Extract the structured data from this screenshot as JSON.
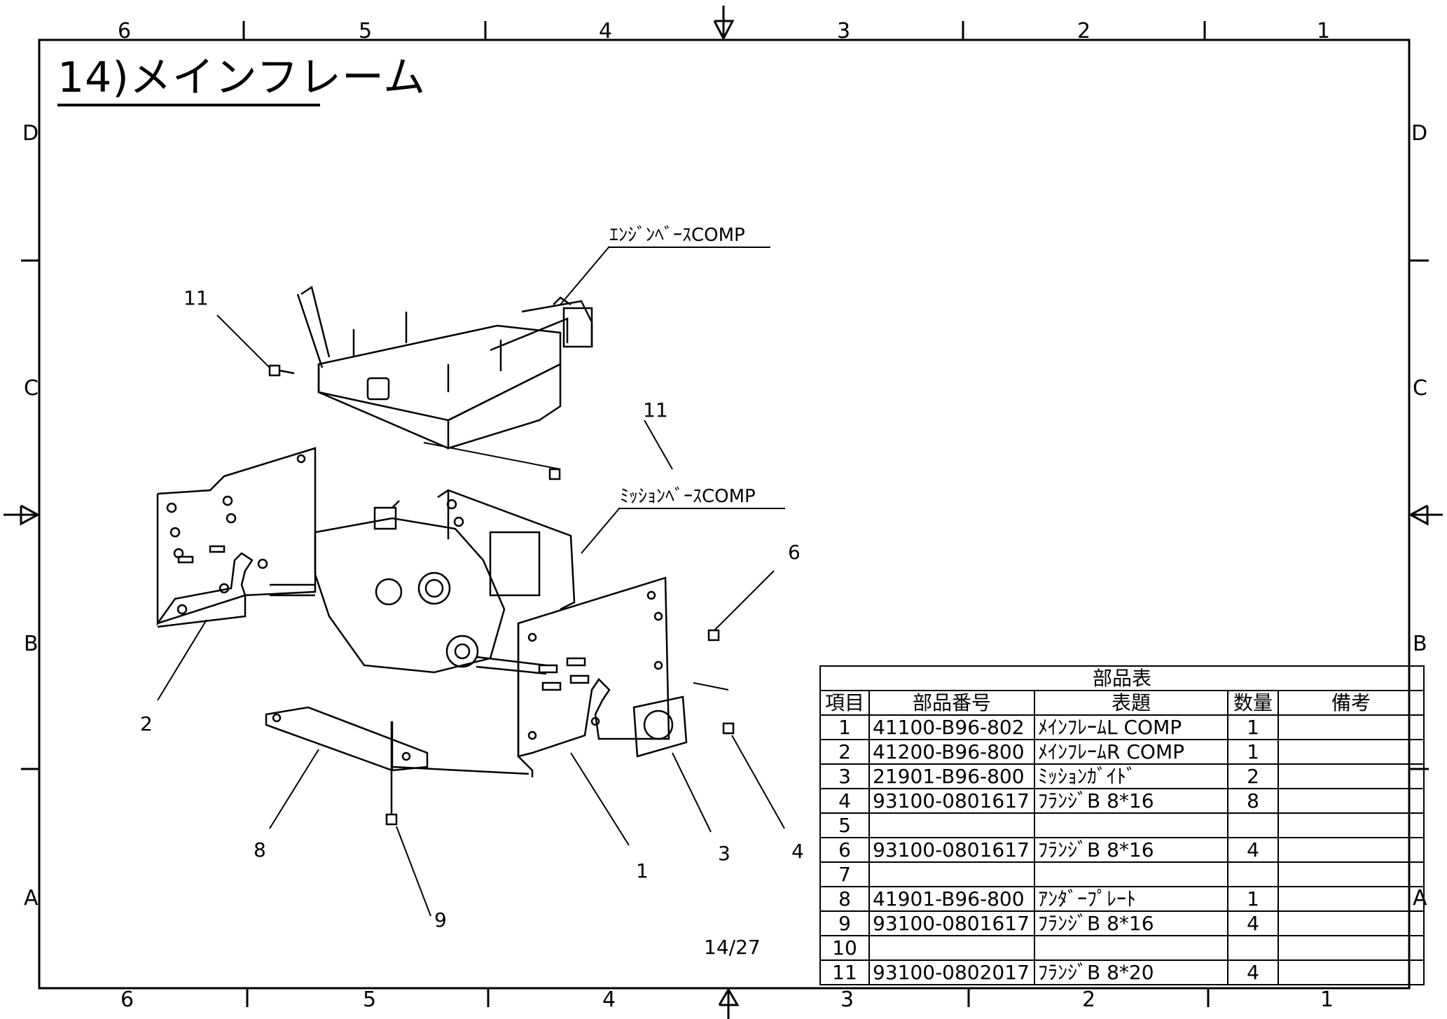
{
  "title": "14)メインフレーム",
  "page_number": "14/27",
  "zones": {
    "top": [
      "6",
      "5",
      "4",
      "3",
      "2",
      "1"
    ],
    "bottom": [
      "6",
      "5",
      "4",
      "3",
      "2",
      "1"
    ],
    "left": [
      "D",
      "C",
      "B",
      "A"
    ],
    "right": [
      "D",
      "C",
      "B",
      "A"
    ]
  },
  "callouts": {
    "engine_base": "ｴﾝｼﾞﾝﾍﾞｰｽCOMP",
    "mission_base": "ﾐｯｼｮﾝﾍﾞｰｽCOMP"
  },
  "labels": {
    "l11a": "11",
    "l11b": "11",
    "l2": "2",
    "l6": "6",
    "l8": "8",
    "l9": "9",
    "l1": "1",
    "l3": "3",
    "l4": "4"
  },
  "bom": {
    "title": "部品表",
    "headers": {
      "no": "項目",
      "part": "部品番号",
      "desc": "表題",
      "qty": "数量",
      "note": "備考"
    },
    "rows": [
      {
        "no": "1",
        "part": "41100-B96-802",
        "desc": "ﾒｲﾝﾌﾚｰﾑL COMP",
        "qty": "1",
        "note": ""
      },
      {
        "no": "2",
        "part": "41200-B96-800",
        "desc": "ﾒｲﾝﾌﾚｰﾑR COMP",
        "qty": "1",
        "note": ""
      },
      {
        "no": "3",
        "part": "21901-B96-800",
        "desc": "ﾐｯｼｮﾝｶﾞｲﾄﾞ",
        "qty": "2",
        "note": ""
      },
      {
        "no": "4",
        "part": "93100-0801617",
        "desc": "ﾌﾗﾝｼﾞB 8*16",
        "qty": "8",
        "note": ""
      },
      {
        "no": "5",
        "part": "",
        "desc": "",
        "qty": "",
        "note": ""
      },
      {
        "no": "6",
        "part": "93100-0801617",
        "desc": "ﾌﾗﾝｼﾞB 8*16",
        "qty": "4",
        "note": ""
      },
      {
        "no": "7",
        "part": "",
        "desc": "",
        "qty": "",
        "note": ""
      },
      {
        "no": "8",
        "part": "41901-B96-800",
        "desc": "ｱﾝﾀﾞｰﾌﾟﾚｰﾄ",
        "qty": "1",
        "note": ""
      },
      {
        "no": "9",
        "part": "93100-0801617",
        "desc": "ﾌﾗﾝｼﾞB 8*16",
        "qty": "4",
        "note": ""
      },
      {
        "no": "10",
        "part": "",
        "desc": "",
        "qty": "",
        "note": ""
      },
      {
        "no": "11",
        "part": "93100-0802017",
        "desc": "ﾌﾗﾝｼﾞB 8*20",
        "qty": "4",
        "note": ""
      }
    ]
  }
}
